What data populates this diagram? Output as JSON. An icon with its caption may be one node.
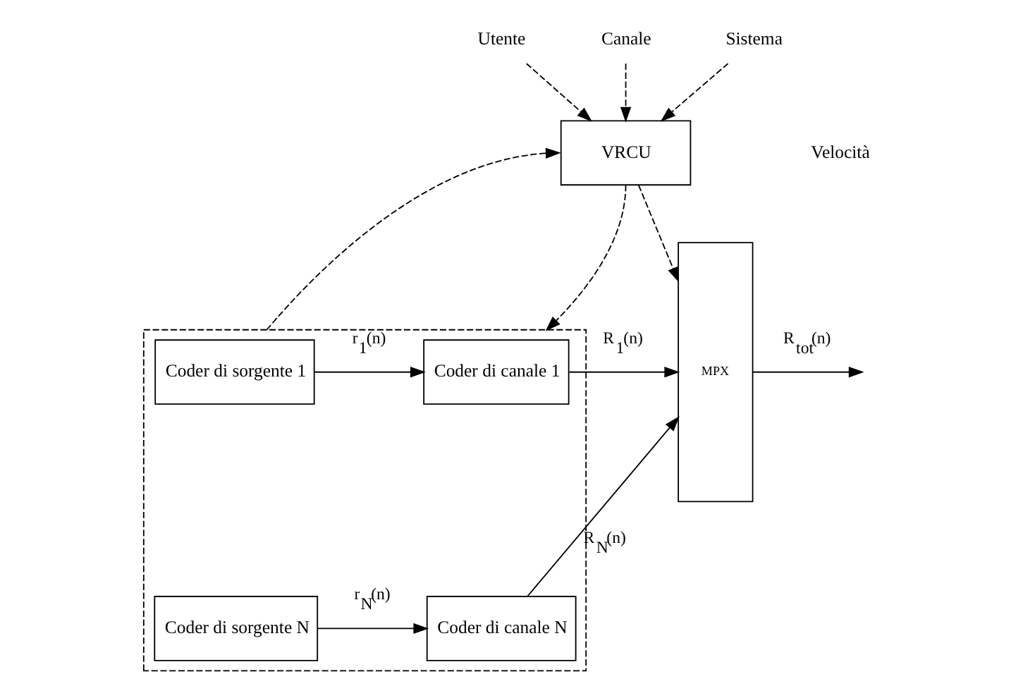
{
  "diagram": {
    "nodes": [
      {
        "text": [
          "Utente"
        ]
      },
      {
        "text": [
          "Canale"
        ]
      },
      {
        "text": [
          "Sistema"
        ]
      },
      {
        "text": [
          "VRCU"
        ]
      },
      {
        "text": [],
        "shape": "box"
      },
      {
        "text": [
          "Coder di sorgente 1"
        ],
        "in": 4
      },
      {
        "text": [
          "Coder di canale 1"
        ],
        "in": 4
      },
      {
        "text": [
          "Coder di sorgente N"
        ],
        "in": 4
      },
      {
        "text": [
          "Coder di canale N"
        ],
        "in": 4
      },
      {
        "text": [
          "MPX"
        ]
      }
    ],
    "edges": [
      {
        "from": 0,
        "to": 3,
        "arrow": "to",
        "style": "dashed"
      },
      {
        "from": 1,
        "to": 3,
        "arrow": "to",
        "style": "dashed"
      },
      {
        "from": 2,
        "to": 3,
        "arrow": "to",
        "style": "dashed"
      },
      {
        "from": 3,
        "to": 4,
        "arrow": "to",
        "style": "dashed"
      },
      {
        "from": 4,
        "to": 3,
        "arrow": "to",
        "style": "dashed"
      },
      {
        "from": 3,
        "to": 9,
        "arrow": "to",
        "style": "dashed"
      },
      {
        "from": 5,
        "to": 6,
        "arrow": "to",
        "label": "r$_{1}$(n)"
      },
      {
        "from": 6,
        "to": 9,
        "arrow": "to",
        "label": "R$_{1}$(n)"
      },
      {
        "from": 7,
        "to": 8,
        "arrow": "to",
        "label": "r$_{N}$(n)"
      },
      {
        "from": 8,
        "to": 9,
        "arrow": "to",
        "label": "R$_{N}$(n)"
      },
      {
        "from": 9,
        "to": null,
        "arrow": "to",
        "label": "R$_{tot}$(n)"
      }
    ],
    "labels": [
      "Velocità"
    ]
  }
}
